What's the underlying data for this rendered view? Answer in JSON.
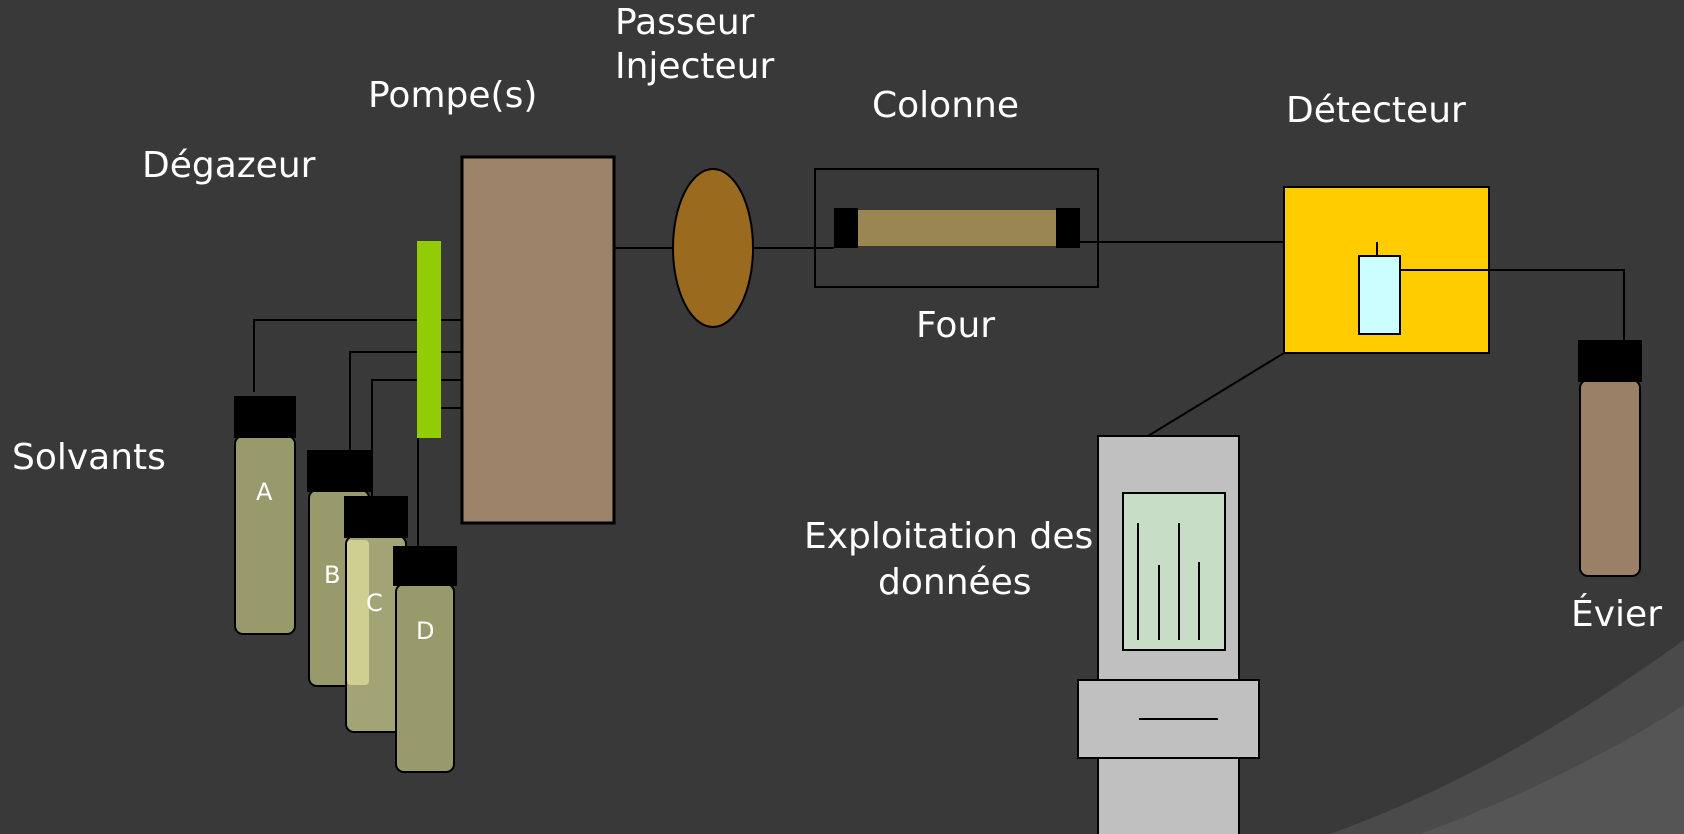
{
  "labels": {
    "passeur_injecteur": [
      "Passeur",
      "Injecteur"
    ],
    "pompes": "Pompe(s)",
    "colonne": "Colonne",
    "detecteur": "Détecteur",
    "degazeur": "Dégazeur",
    "four": "Four",
    "solvants": "Solvants",
    "exploitation": [
      "Exploitation des",
      "données"
    ],
    "evier": "Évier"
  },
  "vials": [
    "A",
    "B",
    "C",
    "D"
  ],
  "colors": {
    "background": "#393939",
    "pump": "#9c8369",
    "degasser": "#92cc04",
    "injector": "#9a6a1f",
    "column": "#9a8652",
    "detector": "#ffcc00",
    "flow_cell": "#ccfeff",
    "solvent": "#999a6c",
    "waste": "#9b8068",
    "computer": "#c0c0c0",
    "screen": "#c8ddc6"
  }
}
